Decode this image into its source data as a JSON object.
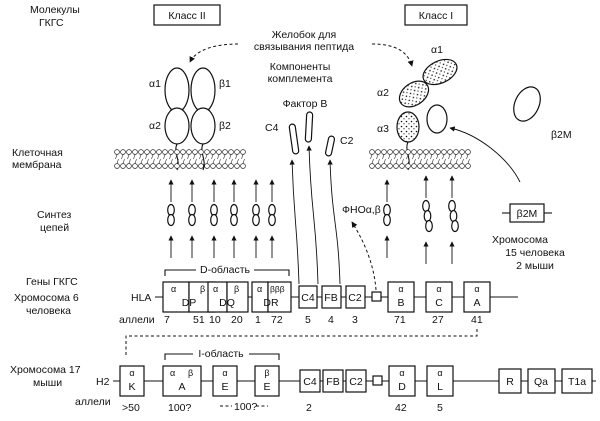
{
  "header": {
    "molecules_label": [
      "Молекулы",
      "ГКГС"
    ],
    "class2_label": "Класс II",
    "class1_label": "Класс I",
    "groove_label": [
      "Желобок для",
      "связывания пептида"
    ],
    "complement_label": [
      "Компоненты",
      "комплемента"
    ],
    "factor_b_label": "Фактор В",
    "c4_label": "C4",
    "c2_label": "C2",
    "b2m_label": "β2M"
  },
  "domains": {
    "class2": [
      "α1",
      "β1",
      "α2",
      "β2"
    ],
    "class1": [
      "α1",
      "α2",
      "α3"
    ]
  },
  "side_labels": {
    "membrane": [
      "Клеточная",
      "мембрана"
    ],
    "synthesis": [
      "Синтез",
      "цепей"
    ],
    "genes": "Гены ГКГС",
    "chr6": [
      "Хромосома 6",
      "человека"
    ],
    "chr17": [
      "Хромосома 17",
      "мыши"
    ]
  },
  "tnf_label": "ФНОα,β",
  "b2m_gene": {
    "label": "β2M",
    "chromosome": [
      "Хромосома",
      "15 человека",
      "2 мыши"
    ]
  },
  "human": {
    "prefix": "HLA",
    "alleles_label": "аллели",
    "region_label": "D-область",
    "class2_genes": [
      {
        "sub_a": "α",
        "sub_b": "β",
        "name": "DP",
        "alleles": [
          "7",
          "51"
        ]
      },
      {
        "sub_a": "α",
        "sub_b": "β",
        "name": "DQ",
        "alleles": [
          "10",
          "20"
        ]
      },
      {
        "sub_a": "α",
        "sub_b": "βββ",
        "name": "DR",
        "alleles": [
          "1",
          "72"
        ]
      }
    ],
    "complement_genes": [
      {
        "name": "C4",
        "alleles": "5"
      },
      {
        "name": "FB",
        "alleles": "4"
      },
      {
        "name": "C2",
        "alleles": "3"
      }
    ],
    "class1_genes": [
      {
        "sub": "α",
        "name": "B",
        "alleles": "71"
      },
      {
        "sub": "α",
        "name": "C",
        "alleles": "27"
      },
      {
        "sub": "α",
        "name": "A",
        "alleles": "41"
      }
    ]
  },
  "mouse": {
    "prefix": "H2",
    "alleles_label": "аллели",
    "region_label": "I-область",
    "k_gene": {
      "sub": "α",
      "name": "K",
      "alleles": ">50"
    },
    "i_genes": [
      {
        "sub_a": "α",
        "sub_b": "β",
        "name": "A",
        "alleles": "100?"
      },
      {
        "sub_a": "α",
        "sub_b": "",
        "name": "E",
        "alleles": ""
      },
      {
        "sub_a": "β",
        "sub_b": "",
        "name": "E",
        "alleles": ""
      }
    ],
    "ie_alleles": "100?",
    "complement_genes": [
      {
        "name": "C4",
        "alleles": "2"
      },
      {
        "name": "FB",
        "alleles": ""
      },
      {
        "name": "C2",
        "alleles": ""
      }
    ],
    "class1_genes": [
      {
        "sub": "α",
        "name": "D",
        "alleles": "42"
      },
      {
        "sub": "α",
        "name": "L",
        "alleles": "5"
      }
    ],
    "other_genes": [
      "R",
      "Qa",
      "T1a"
    ]
  }
}
